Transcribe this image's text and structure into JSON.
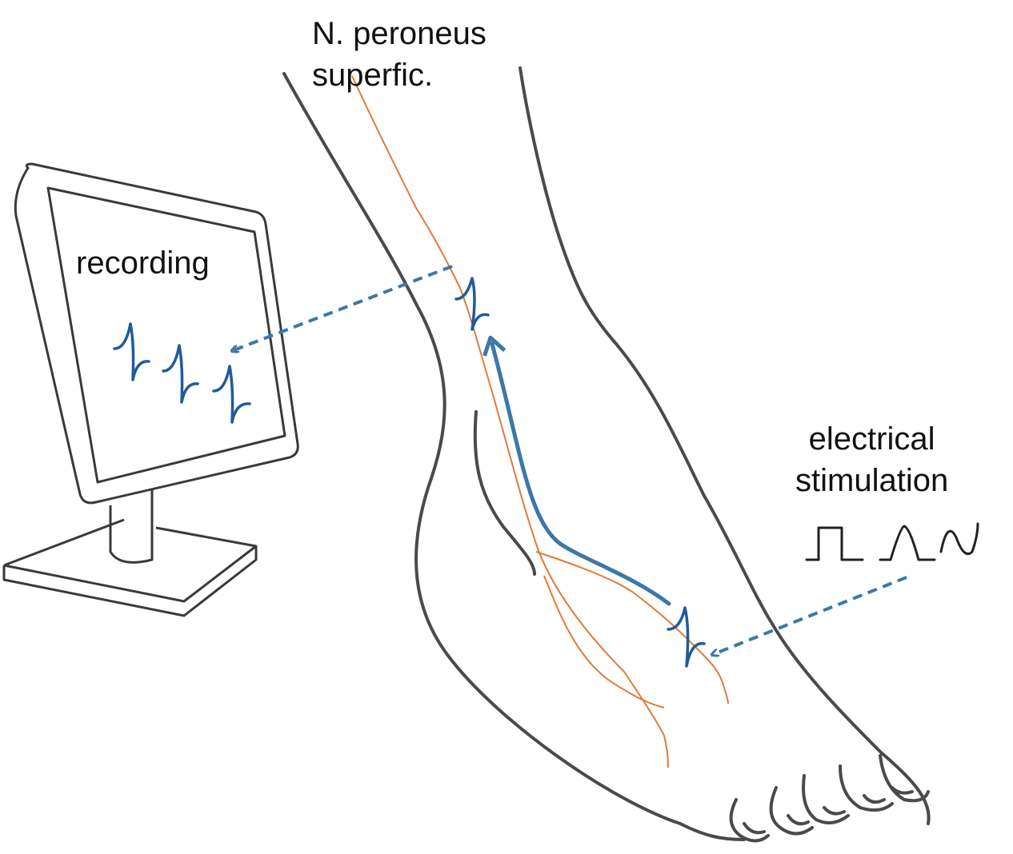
{
  "labels": {
    "nerve_line1": "N. peroneus",
    "nerve_line2": "superfic.",
    "recording": "recording",
    "stim_line1": "electrical",
    "stim_line2": "stimulation"
  },
  "colors": {
    "outline": "#4a4a4a",
    "nerve": "#e07b39",
    "signal": "#1f5c99",
    "arrow": "#3b78a8"
  },
  "icons": {
    "stimulus_waveforms": [
      "square-pulse-icon",
      "triangle-pulse-icon",
      "sine-wave-icon"
    ]
  }
}
